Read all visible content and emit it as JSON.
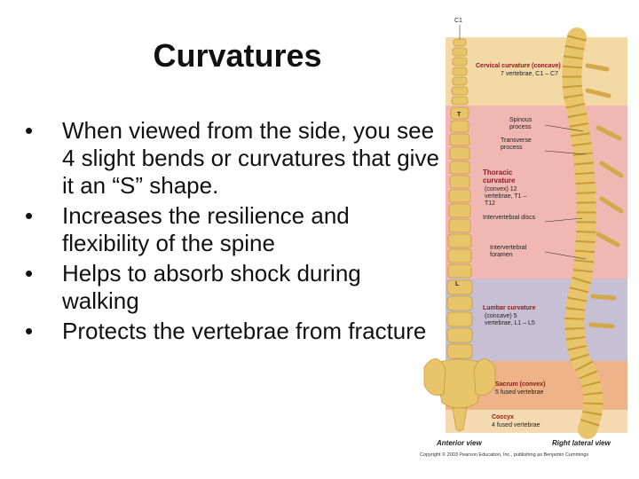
{
  "slide": {
    "title": "Curvatures",
    "bullets": [
      "When viewed from the side, you see 4 slight bends or curvatures that give it an “S” shape.",
      "Increases the resilience and flexibility of the spine",
      "Helps to absorb shock during walking",
      "Protects the vertebrae from fracture"
    ]
  },
  "figure": {
    "c1_label": "C1",
    "region_letters": {
      "t": "T",
      "l": "L"
    },
    "cervical": {
      "head": "Cervical curvature (concave)",
      "sub": "7 vertebrae, C1 – C7"
    },
    "spinous": "Spinous process",
    "transverse": "Transverse process",
    "thoracic": {
      "head": "Thoracic curvature",
      "sub": "(convex) 12 vertebrae, T1 – T12"
    },
    "intervertebral_discs": "Intervertebral discs",
    "intervertebral_foramen": "Intervertebral foramen",
    "lumbar": {
      "head": "Lumbar curvature",
      "sub": "(concave) 5 vertebrae, L1 – L5"
    },
    "sacrum": {
      "head": "Sacrum (convex)",
      "sub": "5 fused vertebrae"
    },
    "coccyx": {
      "head": "Coccyx",
      "sub": "4 fused vertebrae"
    },
    "anterior_view": "Anterior view",
    "right_lateral_view": "Right lateral view",
    "copyright": "Copyright © 2003 Pearson Education, Inc., publishing as Benjamin Cummings",
    "colors": {
      "cervical": "#f3d9a6",
      "thoracic": "#f0b7b3",
      "lumbar": "#c7bfd3",
      "sacrum": "#efb389",
      "coccyx": "#f5d9b0",
      "bone": "#e8c56a",
      "bone_dark": "#c99a3a"
    }
  }
}
